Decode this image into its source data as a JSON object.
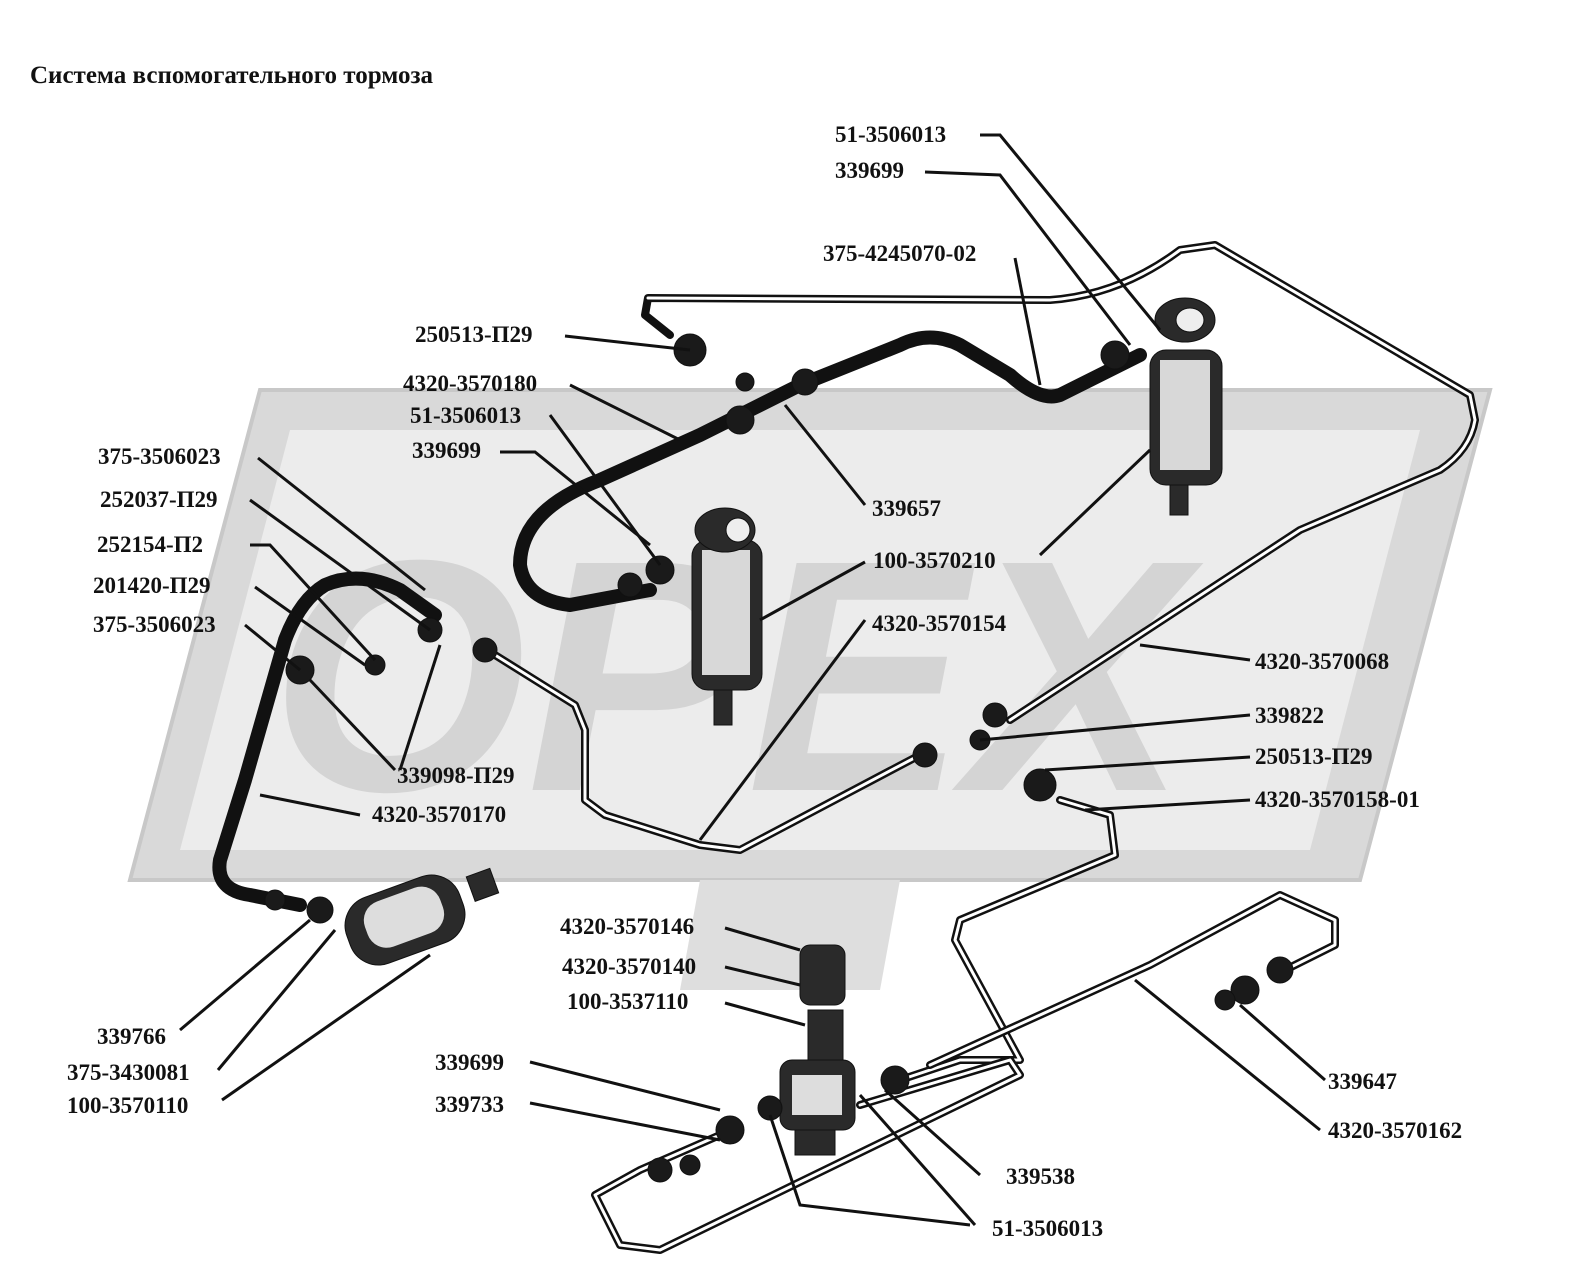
{
  "title": "Система вспомогательного тормоза",
  "watermark": {
    "text": "ОРЕХ",
    "color": "#d4d4d4"
  },
  "labels": {
    "l01": "51-3506013",
    "l02": "339699",
    "l03": "375-4245070-02",
    "l04": "250513-П29",
    "l05": "4320-3570180",
    "l06": "51-3506013",
    "l07": "339699",
    "l08": "375-3506023",
    "l09": "252037-П29",
    "l10": "252154-П2",
    "l11": "201420-П29",
    "l12": "375-3506023",
    "l13": "339657",
    "l14": "100-3570210",
    "l15": "4320-3570154",
    "l16": "4320-3570068",
    "l17": "339822",
    "l18": "250513-П29",
    "l19": "4320-3570158-01",
    "l20": "339098-П29",
    "l21": "4320-3570170",
    "l22": "4320-3570146",
    "l23": "4320-3570140",
    "l24": "100-3537110",
    "l25": "339699",
    "l26": "339733",
    "l27": "339766",
    "l28": "375-3430081",
    "l29": "100-3570110",
    "l30": "339538",
    "l31": "51-3506013",
    "l32": "339647",
    "l33": "4320-3570162"
  }
}
